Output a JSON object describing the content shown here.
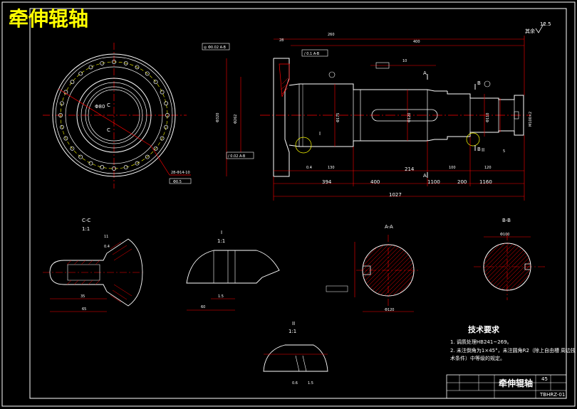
{
  "drawing": {
    "title": "牵伸辊轴",
    "roughness_note": "其余",
    "roughness_value": "12.5"
  },
  "views": {
    "section_cc": {
      "name": "C-C",
      "scale": "1:1"
    },
    "detail_1": {
      "name": "I",
      "scale": "1:1"
    },
    "section_aa": {
      "name": "A-A"
    },
    "section_bb": {
      "name": "B-B"
    },
    "detail_2": {
      "name": "II",
      "scale": "1:1"
    },
    "cut_marks": [
      "A",
      "A",
      "B",
      "B",
      "C",
      "C"
    ],
    "detail_marks": [
      "I",
      "II"
    ]
  },
  "dimensions": {
    "overall_length": "1027",
    "segments": [
      "394",
      "400",
      "214",
      "1100",
      "200",
      "1160"
    ]
  },
  "tech_requirements": {
    "title": "技术要求",
    "items": [
      "1. 调质处理HB241~269。",
      "2. 未注倒角为1×45°，未注圆角R2（除上自由槽 周边技",
      "   术条件）中等级的规定。"
    ]
  },
  "title_block": {
    "part_name": "牵伸辊轴",
    "material": "45",
    "drawing_no": "TBHRZ-01"
  },
  "colors": {
    "outline": "#ffffff",
    "dimension": "#ff0000",
    "centerline": "#ff0000",
    "hatch": "#ff0000",
    "title": "#ffff00",
    "circle_accent": "#ffff00"
  }
}
